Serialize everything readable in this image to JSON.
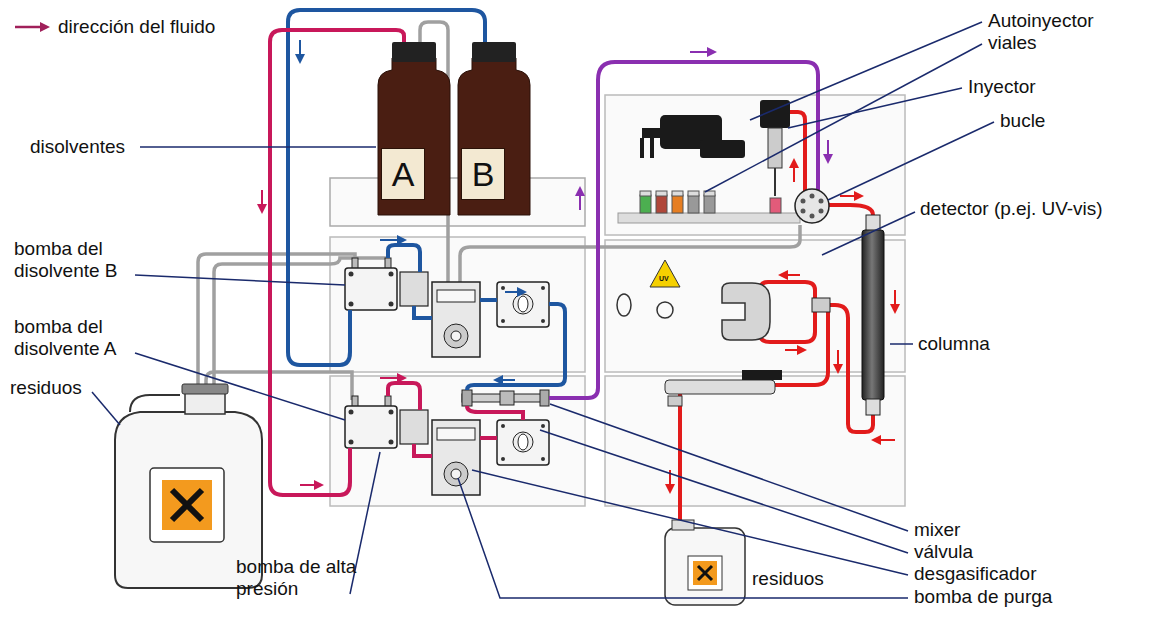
{
  "diagram": {
    "nodes": [
      {
        "text": [
          "A"
        ]
      },
      {
        "text": [
          "B"
        ]
      }
    ],
    "labels": [
      "Autoinyector",
      "viales",
      "Inyector",
      "bucle",
      "disolventes",
      "bomba del disolvente B",
      "bomba del disolvente A",
      "detector (p.ej. UV-vis)",
      "columna",
      "residuos",
      "residuos",
      "mixer",
      "válvula",
      "desgasificador",
      "bomba de purga",
      "bomba de alta presión",
      "UV"
    ],
    "legend": [
      {
        "text": "dirección del fluido"
      }
    ]
  }
}
